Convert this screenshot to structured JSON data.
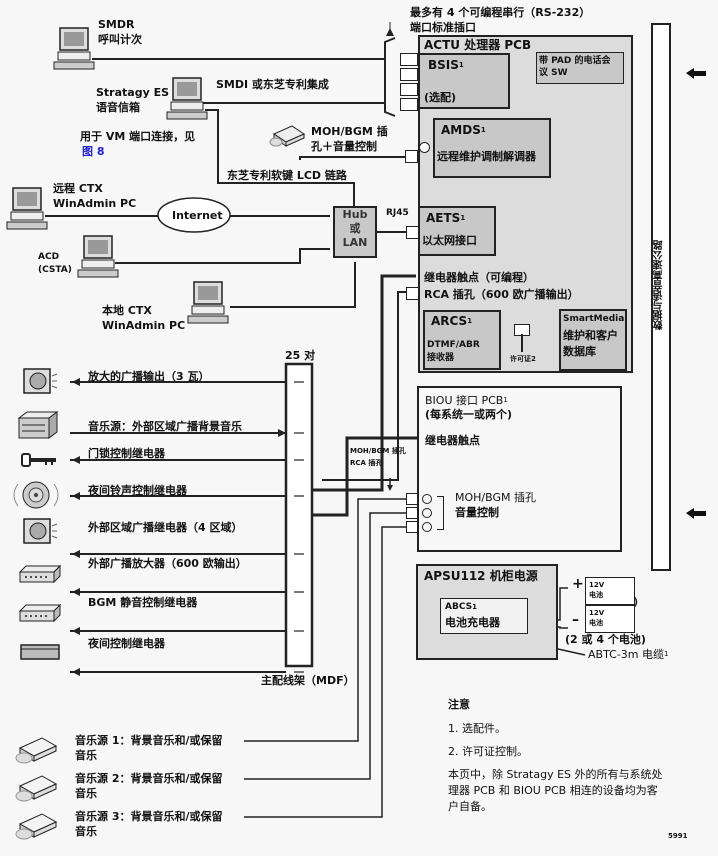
{
  "devices_left": {
    "smdr": {
      "line1": "SMDR",
      "line2": "呼叫计次"
    },
    "voicemail": {
      "line1": "Stratagy ES",
      "line2": "语音信箱"
    },
    "vm_note": {
      "text": "用于 VM 端口连接，见",
      "link": "图 8"
    },
    "smdi": "SMDI 或东芝专利集成",
    "moh_bgm_jack": {
      "line1": "MOH/BGM 插",
      "line2": "孔＋音量控制"
    },
    "lcd_link": "东芝专利软键 LCD 链路",
    "remote_ctx": {
      "line1": "远程 CTX",
      "line2": "WinAdmin PC"
    },
    "internet": "Internet",
    "acd": {
      "line1": "ACD",
      "line2": "(CSTA)"
    },
    "local_ctx": {
      "line1": "本地 CTX",
      "line2": "WinAdmin PC"
    },
    "hub": {
      "line1": "Hub",
      "line2": "或",
      "line3": "LAN"
    },
    "rj45": "RJ45"
  },
  "top_note": {
    "line1": "最多有 4 个可编程串行（RS-232）",
    "line2": "端口标准插口"
  },
  "actu": {
    "title": "ACTU  处理器 PCB",
    "bsis": {
      "name": "BSIS",
      "sup": "1",
      "note": "(选配)"
    },
    "conf": {
      "line1": "带 PAD 的电话会",
      "line2": "议 SW"
    },
    "amds": {
      "name": "AMDS",
      "sup": "1",
      "desc": "远程维护调制解调器"
    },
    "aets": {
      "name": "AETS",
      "sup": "1",
      "desc": "以太网接口"
    },
    "relay": "继电器触点（可编程）",
    "rca": "RCA 插孔（600 欧广播输出）",
    "arcs": {
      "name": "ARCS",
      "sup": "1",
      "line1": "DTMF/ABR",
      "line2": "接收器"
    },
    "license": {
      "label": "许可证",
      "sup": "2"
    },
    "smartmedia": {
      "line1": "SmartMedia",
      "line2": "维护和客户",
      "line3": "数据库"
    }
  },
  "bus": {
    "label": "数据与语音高速公路"
  },
  "mdf": {
    "top": "25 对",
    "bottom": "主配线架（MDF）"
  },
  "mdf_items": [
    {
      "label": "放大的广播输出（3 瓦）",
      "icon": "speaker-icon",
      "direction": "out"
    },
    {
      "label": "音乐源：外部区域广播背景音乐",
      "icon": "stereo-icon",
      "direction": "in"
    },
    {
      "label": "门锁控制继电器",
      "icon": "key-icon",
      "direction": "out"
    },
    {
      "label": "夜间铃声控制继电器",
      "icon": "bell-icon",
      "direction": "out"
    },
    {
      "label": "外部区域广播继电器（4 区域）",
      "icon": "speaker-icon",
      "direction": "out"
    },
    {
      "label": "外部广播放大器（600 欧输出）",
      "icon": "amplifier-icon",
      "direction": "out"
    },
    {
      "label": "BGM 静音控制继电器",
      "icon": "amplifier-icon",
      "direction": "out"
    },
    {
      "label": "夜间控制继电器",
      "icon": "relay-box-icon",
      "direction": "out"
    }
  ],
  "biou": {
    "title": "BIOU 接口 PCB",
    "sup": "1",
    "subtitle": "(每系统一或两个)",
    "relay": "继电器触点",
    "jack_note": {
      "line1": "MOH/BGM 插孔",
      "line2": "RCA 插孔"
    },
    "volume": {
      "line1": "MOH/BGM 插孔",
      "line2": "音量控制"
    }
  },
  "apsu": {
    "title": "APSU112 机柜电源",
    "abcs": {
      "name": "ABCS",
      "sup": "1",
      "desc": "电池充电器"
    },
    "battery1": {
      "line1": "12V",
      "line2": "电池",
      "sign": "+"
    },
    "battery2": {
      "line1": "12V",
      "line2": "电池",
      "sign": "–"
    },
    "battery_count": "(2 或 4 个电池)",
    "cable": "ABTC-3m 电缆",
    "cable_sup": "1"
  },
  "music_sources": [
    {
      "line1": "音乐源 1：背景音乐和/或保留",
      "line2": "音乐"
    },
    {
      "line1": "音乐源 2：背景音乐和/或保留",
      "line2": "音乐"
    },
    {
      "line1": "音乐源 3：背景音乐和/或保留",
      "line2": "音乐"
    }
  ],
  "notes": {
    "title": "注意",
    "items": [
      "1.  选配件。",
      "2.  许可证控制。"
    ],
    "para": [
      "本页中，除 Stratagy ES 外的所有与系统处",
      "理器 PCB 和 BIOU PCB 相连的设备均为客",
      "户自备。"
    ]
  },
  "figure_id": "5991",
  "colors": {
    "board": "#dcdcdc",
    "module": "#c8c8c8",
    "link": "#2222cc",
    "line": "#222222"
  }
}
